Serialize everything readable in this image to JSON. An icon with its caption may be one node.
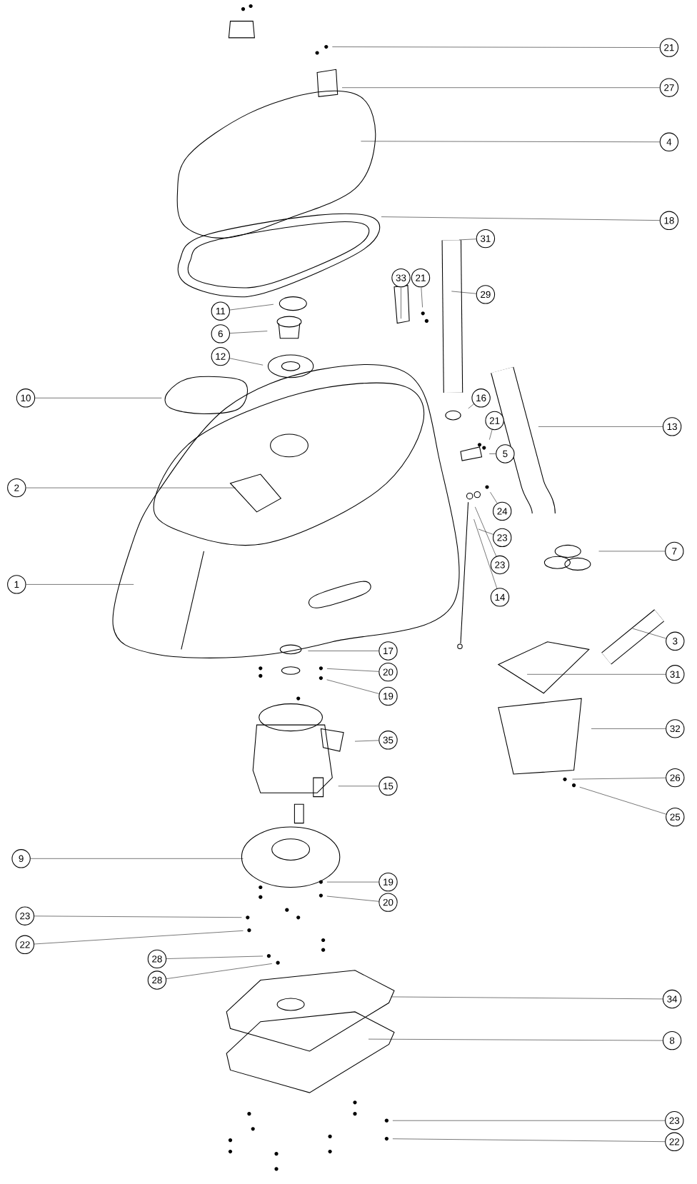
{
  "diagram": {
    "nodes": [
      {
        "text": [
          "21"
        ]
      },
      {
        "text": [
          "27"
        ]
      },
      {
        "text": [
          "4"
        ]
      },
      {
        "text": [
          "18"
        ]
      },
      {
        "text": [
          "31"
        ]
      },
      {
        "text": [
          "33"
        ]
      },
      {
        "text": [
          "21"
        ]
      },
      {
        "text": [
          "29"
        ]
      },
      {
        "text": [
          "11"
        ]
      },
      {
        "text": [
          "6"
        ]
      },
      {
        "text": [
          "12"
        ]
      },
      {
        "text": [
          "10"
        ]
      },
      {
        "text": [
          "16"
        ]
      },
      {
        "text": [
          "13"
        ]
      },
      {
        "text": [
          "21"
        ]
      },
      {
        "text": [
          "5"
        ]
      },
      {
        "text": [
          "2"
        ]
      },
      {
        "text": [
          "24"
        ]
      },
      {
        "text": [
          "23"
        ]
      },
      {
        "text": [
          "7"
        ]
      },
      {
        "text": [
          "23"
        ]
      },
      {
        "text": [
          "1"
        ]
      },
      {
        "text": [
          "14"
        ]
      },
      {
        "text": [
          "3"
        ]
      },
      {
        "text": [
          "17"
        ]
      },
      {
        "text": [
          "20"
        ]
      },
      {
        "text": [
          "31"
        ]
      },
      {
        "text": [
          "19"
        ]
      },
      {
        "text": [
          "32"
        ]
      },
      {
        "text": [
          "35"
        ]
      },
      {
        "text": [
          "26"
        ]
      },
      {
        "text": [
          "15"
        ]
      },
      {
        "text": [
          "25"
        ]
      },
      {
        "text": [
          "9"
        ]
      },
      {
        "text": [
          "19"
        ]
      },
      {
        "text": [
          "20"
        ]
      },
      {
        "text": [
          "23"
        ]
      },
      {
        "text": [
          "22"
        ]
      },
      {
        "text": [
          "28"
        ]
      },
      {
        "text": [
          "28"
        ]
      },
      {
        "text": [
          "34"
        ]
      },
      {
        "text": [
          "8"
        ]
      },
      {
        "text": [
          "23"
        ]
      },
      {
        "text": [
          "22"
        ]
      }
    ],
    "edges": [
      {
        "from": 0,
        "to": null,
        "arrow": "none"
      },
      {
        "from": 1,
        "to": null,
        "arrow": "none"
      },
      {
        "from": 2,
        "to": null,
        "arrow": "none"
      },
      {
        "from": 3,
        "to": null,
        "arrow": "none"
      },
      {
        "from": 4,
        "to": null,
        "arrow": "none"
      },
      {
        "from": 5,
        "to": null,
        "arrow": "none"
      },
      {
        "from": 6,
        "to": null,
        "arrow": "none"
      },
      {
        "from": 7,
        "to": null,
        "arrow": "none"
      },
      {
        "from": 8,
        "to": null,
        "arrow": "none"
      },
      {
        "from": 9,
        "to": null,
        "arrow": "none"
      },
      {
        "from": 10,
        "to": null,
        "arrow": "none"
      },
      {
        "from": 11,
        "to": null,
        "arrow": "none"
      },
      {
        "from": 12,
        "to": null,
        "arrow": "none"
      },
      {
        "from": 13,
        "to": null,
        "arrow": "none"
      },
      {
        "from": 14,
        "to": null,
        "arrow": "none"
      },
      {
        "from": 15,
        "to": null,
        "arrow": "none"
      },
      {
        "from": 16,
        "to": null,
        "arrow": "none"
      },
      {
        "from": 17,
        "to": null,
        "arrow": "none"
      },
      {
        "from": 18,
        "to": null,
        "arrow": "none"
      },
      {
        "from": 19,
        "to": null,
        "arrow": "none"
      },
      {
        "from": 20,
        "to": null,
        "arrow": "none"
      },
      {
        "from": 21,
        "to": null,
        "arrow": "none"
      },
      {
        "from": 22,
        "to": null,
        "arrow": "none"
      },
      {
        "from": 23,
        "to": null,
        "arrow": "none"
      },
      {
        "from": 24,
        "to": null,
        "arrow": "none"
      },
      {
        "from": 25,
        "to": null,
        "arrow": "none"
      },
      {
        "from": 26,
        "to": null,
        "arrow": "none"
      },
      {
        "from": 27,
        "to": null,
        "arrow": "none"
      },
      {
        "from": 28,
        "to": null,
        "arrow": "none"
      },
      {
        "from": 29,
        "to": null,
        "arrow": "none"
      },
      {
        "from": 30,
        "to": null,
        "arrow": "none"
      },
      {
        "from": 31,
        "to": null,
        "arrow": "none"
      },
      {
        "from": 32,
        "to": null,
        "arrow": "none"
      },
      {
        "from": 33,
        "to": null,
        "arrow": "none"
      },
      {
        "from": 34,
        "to": null,
        "arrow": "none"
      },
      {
        "from": 35,
        "to": null,
        "arrow": "none"
      },
      {
        "from": 36,
        "to": null,
        "arrow": "none"
      },
      {
        "from": 37,
        "to": null,
        "arrow": "none"
      },
      {
        "from": 38,
        "to": null,
        "arrow": "none"
      },
      {
        "from": 39,
        "to": null,
        "arrow": "none"
      },
      {
        "from": 40,
        "to": null,
        "arrow": "none"
      },
      {
        "from": 41,
        "to": null,
        "arrow": "none"
      },
      {
        "from": 42,
        "to": null,
        "arrow": "none"
      },
      {
        "from": 43,
        "to": null,
        "arrow": "none"
      }
    ]
  }
}
